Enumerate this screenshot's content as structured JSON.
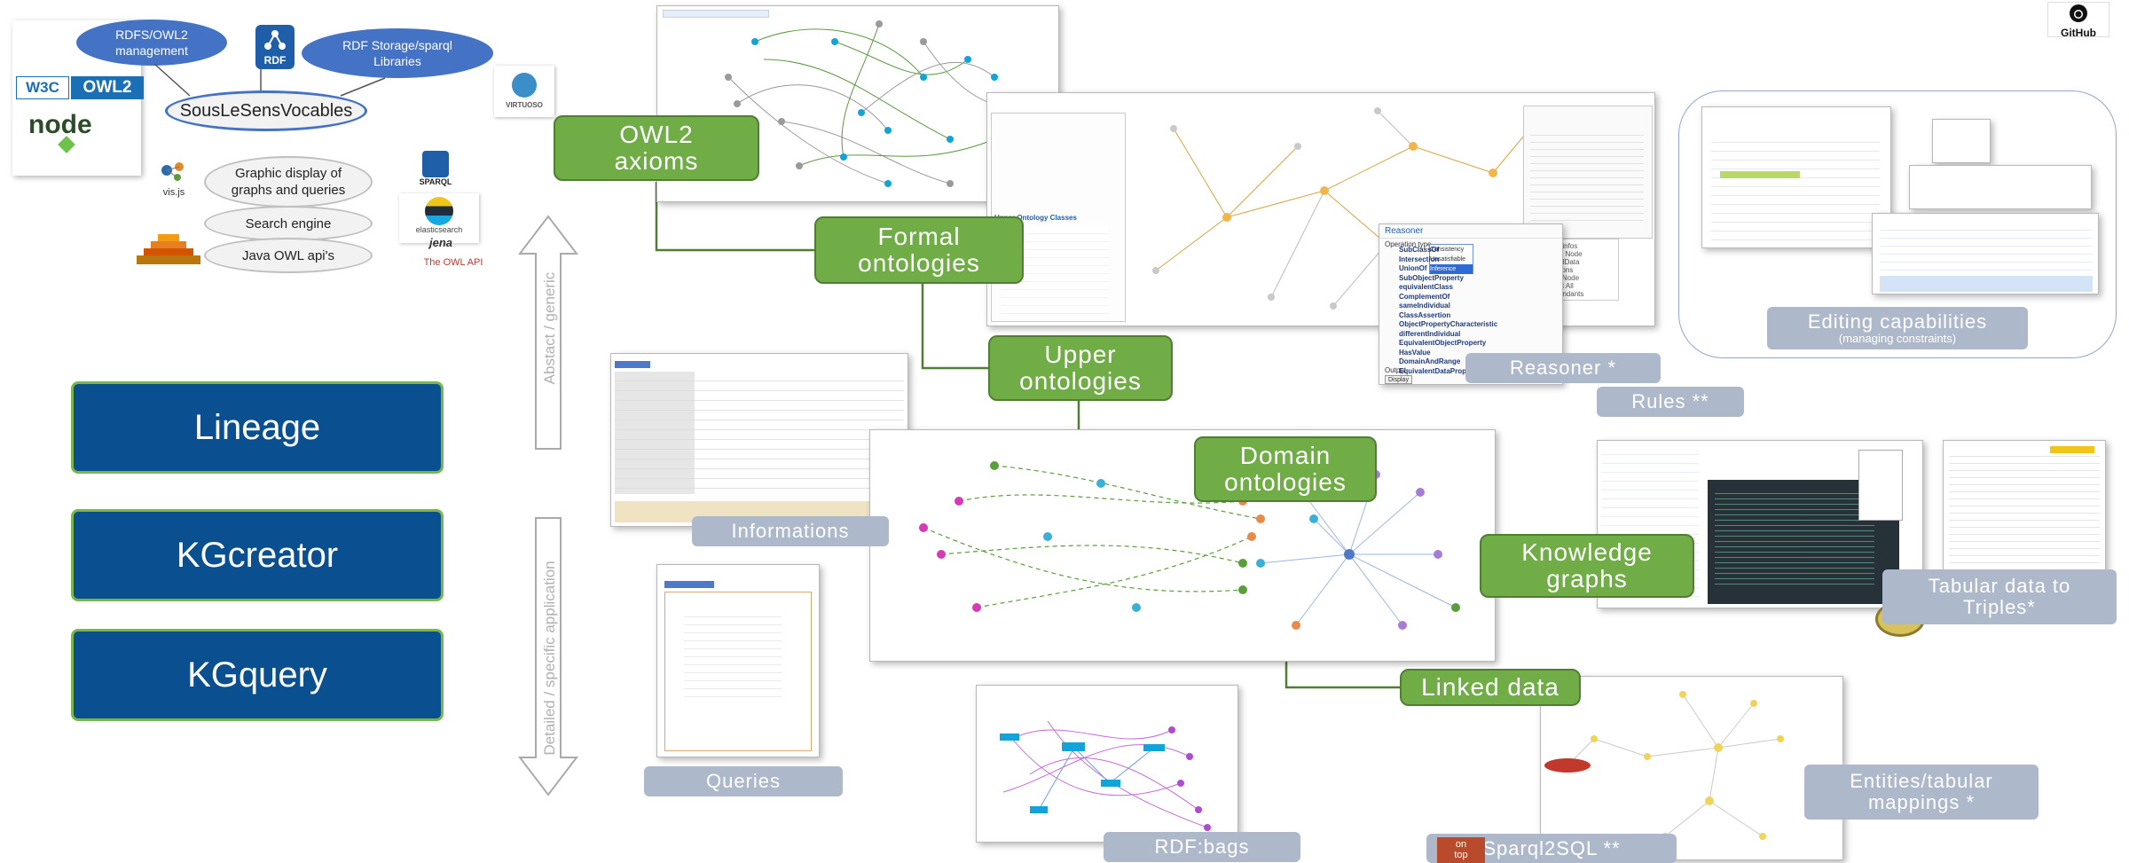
{
  "stack": {
    "rdfs_owl2": "RDFS/OWL2\nmanagement",
    "rdf_storage": "RDF Storage/sparql\nLibraries",
    "main": "SousLeSensVocables",
    "graphic_display": "Graphic display of\ngraphs and queries",
    "search_engine": "Search engine",
    "java_owl": "Java OWL api's",
    "logo_rdf": "RDF",
    "logo_w3c": "W3C",
    "logo_owl2": "OWL2",
    "logo_node": "node",
    "logo_virtuoso": "VIRTUOSO",
    "logo_visjs": "vis.js",
    "logo_sparql": "SPARQL",
    "logo_elasticsearch": "elasticsearch",
    "logo_jena": "jena",
    "logo_owl_api": "The OWL API"
  },
  "github": "GitHub",
  "tools": [
    "Lineage",
    "KGcreator",
    "KGquery"
  ],
  "axis": {
    "top": "Abstact / generic",
    "bottom": "Detailed / specific application"
  },
  "green_boxes": {
    "owl2_axioms": "OWL2\naxioms",
    "formal_ontologies": "Formal\nontologies",
    "upper_ontologies": "Upper\nontologies",
    "domain_ontologies": "Domain\nontologies",
    "knowledge_graphs": "Knowledge\ngraphs",
    "linked_data": "Linked data"
  },
  "grey_labels": {
    "informations": "Informations",
    "queries": "Queries",
    "rdf_bags": "RDF:bags",
    "reasoner": "Reasoner *",
    "rules": "Rules **",
    "editing": "Editing capabilities",
    "editing_sub": "(managing constraints)",
    "tabular": "Tabular data to\nTriples*",
    "entities": "Entities/tabular\nmappings *",
    "sparql2sql": "Sparql2SQL **",
    "ontop": "on\ntop"
  },
  "screens": {
    "upper_ontology_classes": "Upper Ontology Classes",
    "reasoner_title": "Reasoner",
    "reasoner_operation": "Operation type",
    "reasoner_menu": [
      "Consistency",
      "Unsatisfiable",
      "Inference"
    ],
    "reasoner_items": [
      "SubClassOf",
      "Intersection",
      "UnionOf",
      "SubObjectProperty",
      "equivalentClass",
      "ComplementOf",
      "sameIndividual",
      "ClassAssertion",
      "ObjectPropertyCharacteristic",
      "differentIndividual",
      "EquivalentObjectProperty",
      "HasValue",
      "DomainAndRange",
      "EquivalentDataProp"
    ],
    "reasoner_output": "Output",
    "reasoner_display": "Display",
    "context_menu": [
      "Node infos",
      "Graph Node",
      "LinkedData",
      "Relations",
      "Copy Node",
      "Export All descendants"
    ]
  }
}
